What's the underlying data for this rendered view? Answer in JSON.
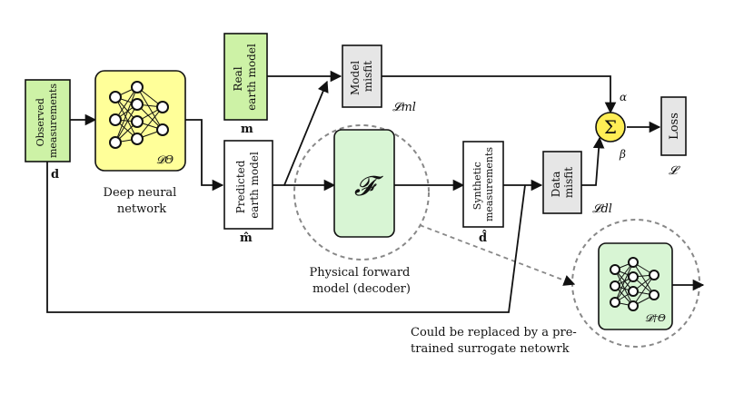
{
  "colors": {
    "green": "#cdf2a6",
    "green_light": "#d8f5d4",
    "yellow": "#ffff99",
    "gray": "#e6e6e6",
    "sum_yellow": "#ffee55",
    "stroke": "#111111",
    "dashed": "#888888"
  },
  "boxes": {
    "observed": {
      "line1": "Observed",
      "line2": "measurements"
    },
    "real_model": {
      "line1": "Real",
      "line2": "earth model"
    },
    "model_misfit": {
      "line1": "Model",
      "line2": "misfit"
    },
    "predicted": {
      "line1": "Predicted",
      "line2": "earth model"
    },
    "forward": {
      "symbol": "𝓕"
    },
    "synthetic": {
      "line1": "Synthetic",
      "line2": "measurements"
    },
    "data_misfit": {
      "line1": "Data",
      "line2": "misfit"
    },
    "loss": {
      "label": "Loss"
    },
    "sum": {
      "symbol": "Σ"
    }
  },
  "labels": {
    "d": "d",
    "m": "m",
    "m_hat": "m̂",
    "d_hat": "d̂",
    "L_ml": "𝓛ml",
    "L_dl": "𝓛dl",
    "L": "𝓛",
    "alpha": "α",
    "beta": "β",
    "D_theta": "𝓓Θ",
    "D_theta_dagger": "𝓓†Θ"
  },
  "captions": {
    "dnn_line1": "Deep neural",
    "dnn_line2": "network",
    "phys_line1": "Physical forward",
    "phys_line2": "model (decoder)",
    "surrogate_line1": "Could be replaced by a pre-",
    "surrogate_line2": "trained surrogate netowrk"
  }
}
